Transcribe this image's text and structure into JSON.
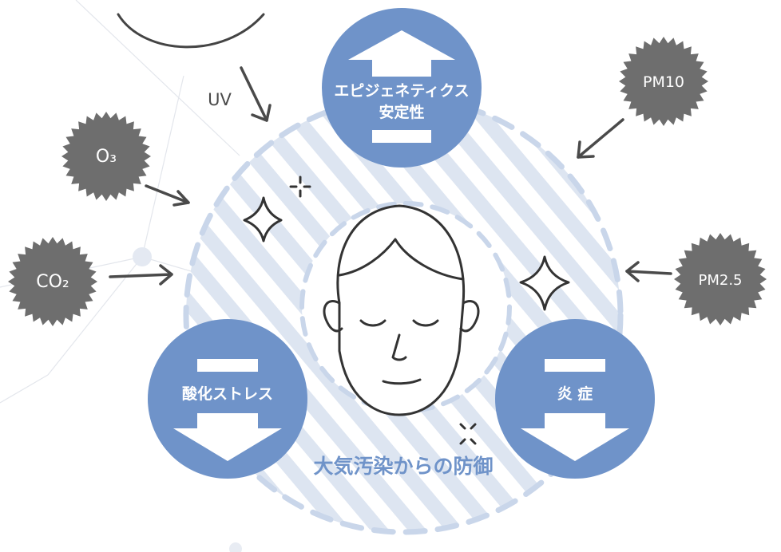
{
  "colors": {
    "accent_blue": "#6f93c9",
    "light_blue": "#c9d6ea",
    "stripe_blue": "#dde5f1",
    "dark_gray": "#4a4a4a",
    "badge_gray": "#6e6e6e",
    "white": "#ffffff"
  },
  "center": {
    "caption": "大気汚染からの防御"
  },
  "effects": {
    "top": {
      "line1": "エピジェネティクス",
      "line2": "安定性"
    },
    "left": {
      "label": "酸化ストレス"
    },
    "right": {
      "label": "炎 症"
    }
  },
  "pollutants": {
    "uv": "UV",
    "o3": "O₃",
    "co2": "CO₂",
    "pm10": "PM10",
    "pm25": "PM2.5"
  },
  "icons": {
    "face": "face-icon",
    "sparkle": "sparkle-icon",
    "up_arrow": "up-arrow-icon",
    "down_arrow": "down-arrow-icon",
    "sun": "sun-arc-icon"
  }
}
